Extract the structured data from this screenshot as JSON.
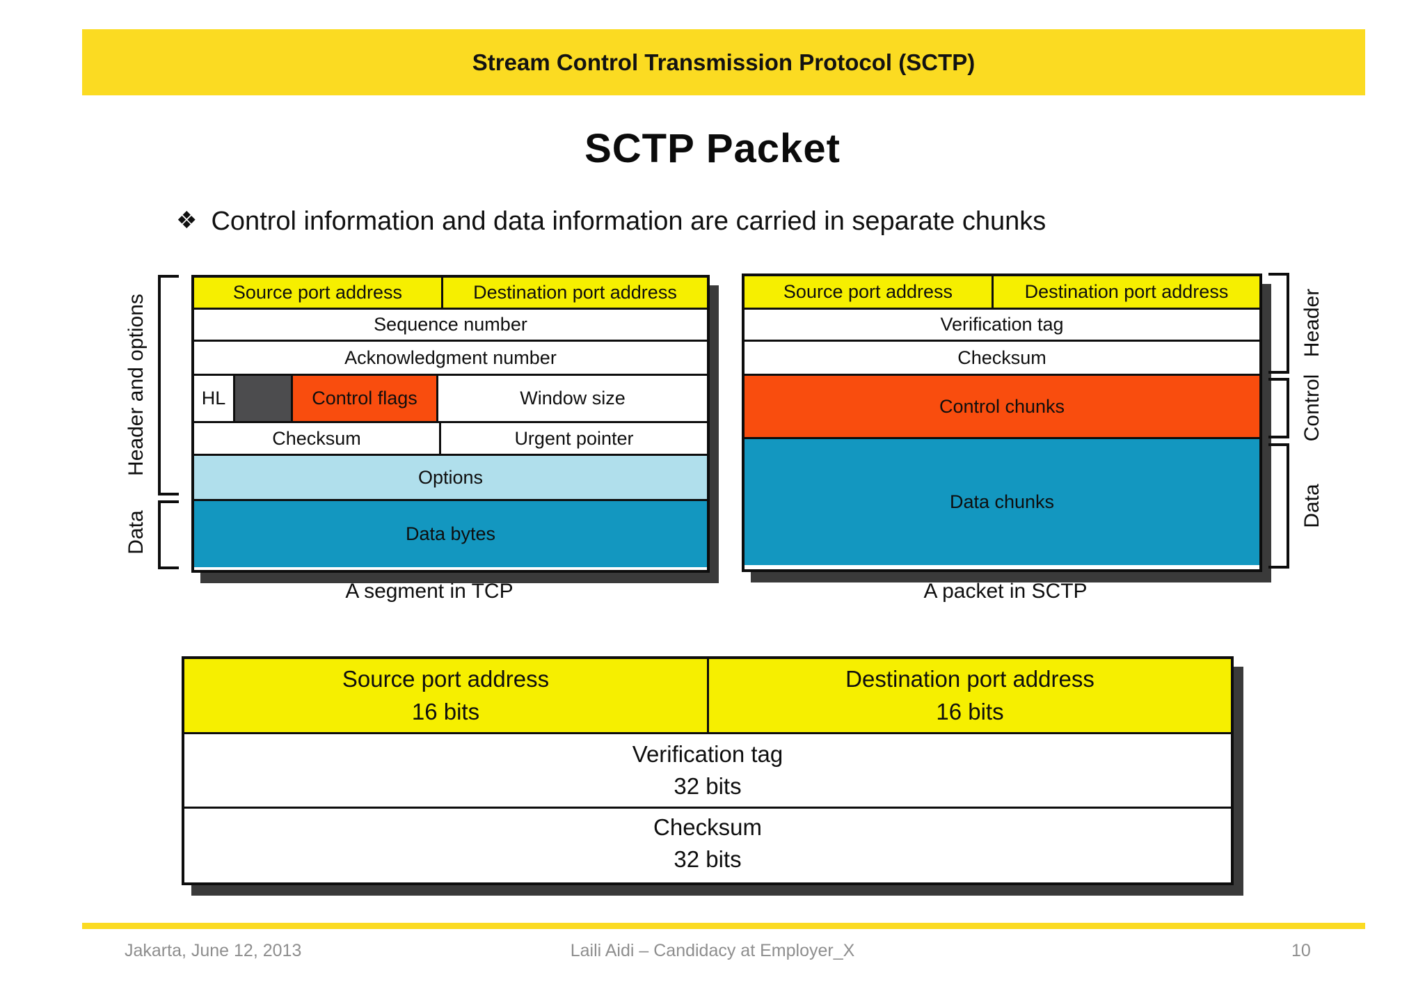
{
  "colors": {
    "banner_yellow": "#fbdb22",
    "field_yellow": "#f6ef00",
    "control_orange": "#f94d0e",
    "reserved_gray": "#4c4c4e",
    "options_blue": "#b0dfec",
    "data_teal": "#1397c0",
    "shadow_gray": "#3a3a3a",
    "footer_gray": "#8e8e8e"
  },
  "banner": {
    "title": "Stream Control Transmission Protocol (SCTP)"
  },
  "slide": {
    "title": "SCTP Packet",
    "bullet_marker": "❖",
    "bullet": "Control information and data information are carried in separate chunks"
  },
  "tcp_segment": {
    "caption": "A segment in TCP",
    "side_labels": {
      "header": "Header and options",
      "data": "Data"
    },
    "rows": {
      "r1": {
        "source": "Source port address",
        "destination": "Destination port address"
      },
      "r2": "Sequence number",
      "r3": "Acknowledgment number",
      "r4": {
        "hl": "HL",
        "control_flags": "Control flags",
        "window": "Window size"
      },
      "r5": {
        "checksum": "Checksum",
        "urgent": "Urgent pointer"
      },
      "r6": "Options",
      "r7": "Data bytes"
    }
  },
  "sctp_packet": {
    "caption": "A packet in SCTP",
    "side_labels": {
      "header": "Header",
      "control": "Control",
      "data": "Data"
    },
    "rows": {
      "r1": {
        "source": "Source port address",
        "destination": "Destination port address"
      },
      "r2": "Verification tag",
      "r3": "Checksum",
      "r4": "Control chunks",
      "r5": "Data chunks"
    }
  },
  "common_header": {
    "r1": {
      "left": {
        "title": "Source port address",
        "bits": "16 bits"
      },
      "right": {
        "title": "Destination port address",
        "bits": "16 bits"
      }
    },
    "r2": {
      "title": "Verification tag",
      "bits": "32 bits"
    },
    "r3": {
      "title": "Checksum",
      "bits": "32 bits"
    }
  },
  "footer": {
    "left": "Jakarta, June 12, 2013",
    "center": "Laili Aidi – Candidacy at Employer_X",
    "page": "10"
  }
}
